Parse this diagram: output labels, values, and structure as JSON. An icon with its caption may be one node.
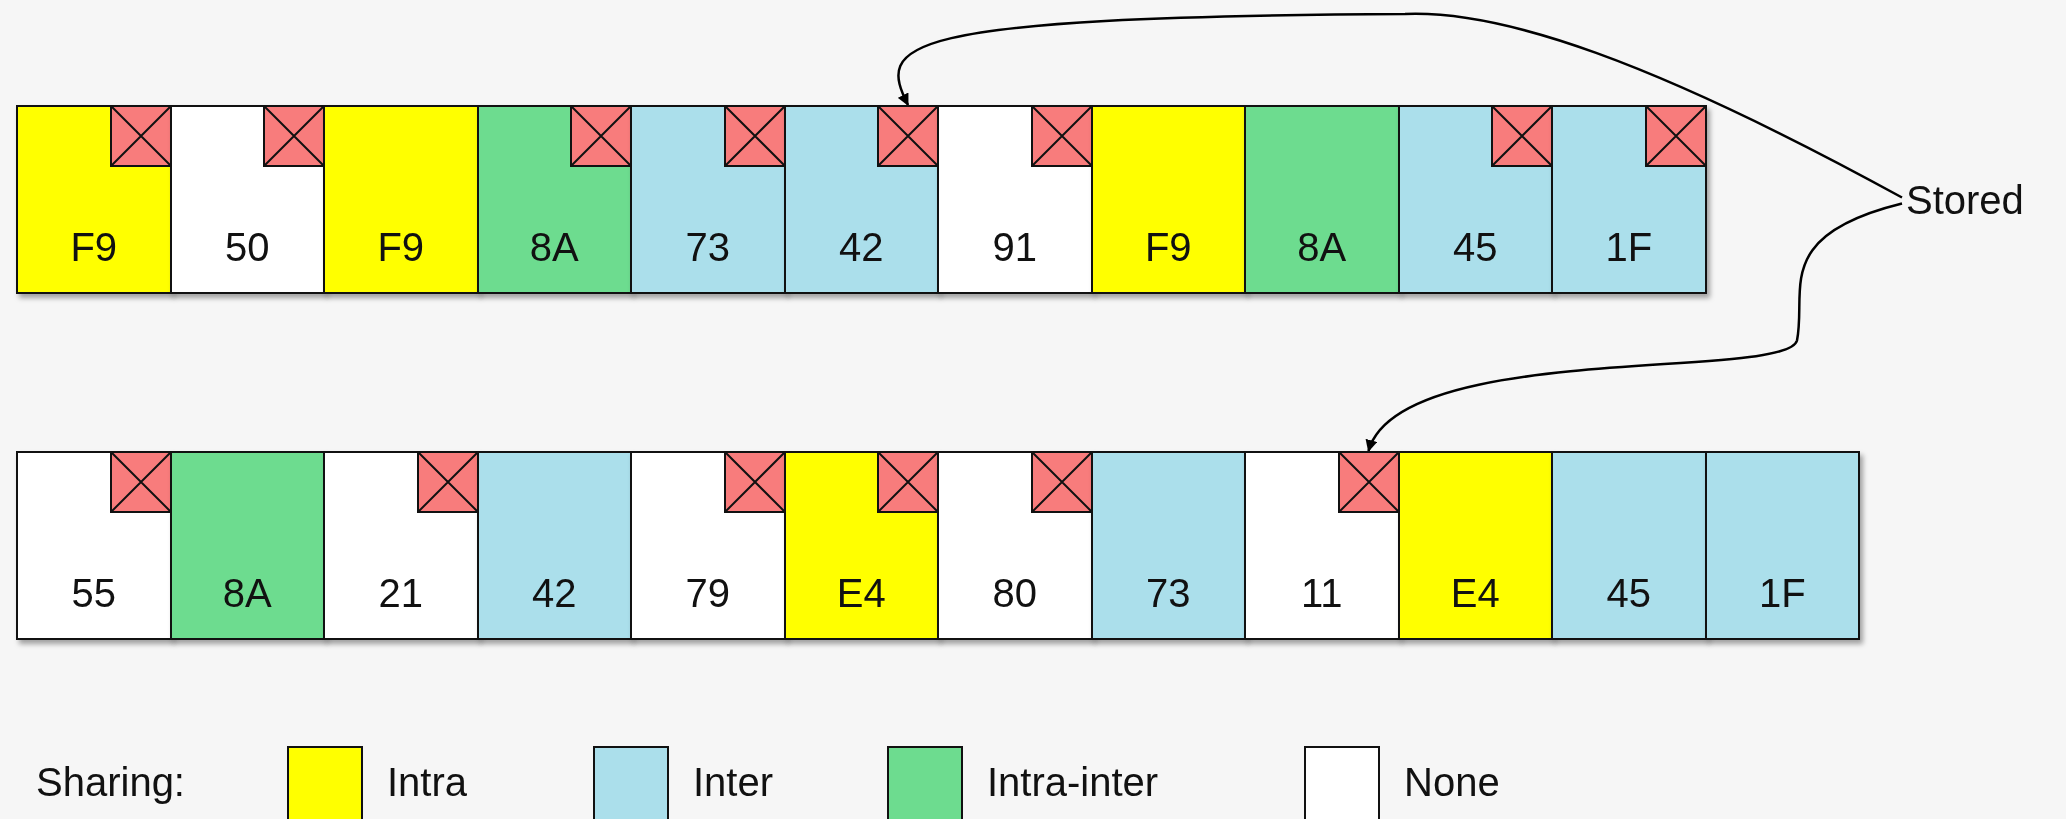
{
  "diagram": {
    "nodes": [
      {
        "text": [
          "F9"
        ]
      },
      {
        "text": [],
        "shape": "box",
        "in": 0
      },
      {
        "text": [
          "50"
        ]
      },
      {
        "text": [],
        "shape": "box",
        "in": 2
      },
      {
        "text": [
          "F9"
        ]
      },
      {
        "text": [
          "8A"
        ]
      },
      {
        "text": [],
        "shape": "box",
        "in": 5
      },
      {
        "text": [
          "73"
        ]
      },
      {
        "text": [],
        "shape": "box",
        "in": 7
      },
      {
        "text": [
          "42"
        ]
      },
      {
        "text": [],
        "shape": "box",
        "in": 9
      },
      {
        "text": [
          "91"
        ]
      },
      {
        "text": [],
        "shape": "box",
        "in": 11
      },
      {
        "text": [
          "F9"
        ]
      },
      {
        "text": [
          "8A"
        ]
      },
      {
        "text": [
          "45"
        ]
      },
      {
        "text": [],
        "shape": "box",
        "in": 15
      },
      {
        "text": [
          "1F"
        ]
      },
      {
        "text": [],
        "shape": "box",
        "in": 17
      },
      {
        "text": [
          "Stored"
        ]
      },
      {
        "text": [
          "55"
        ]
      },
      {
        "text": [],
        "shape": "box",
        "in": 20
      },
      {
        "text": [
          "8A"
        ]
      },
      {
        "text": [
          "21"
        ]
      },
      {
        "text": [],
        "shape": "box",
        "in": 23
      },
      {
        "text": [
          "42"
        ]
      },
      {
        "text": [
          "79"
        ]
      },
      {
        "text": [],
        "shape": "box",
        "in": 26
      },
      {
        "text": [
          "E4"
        ]
      },
      {
        "text": [],
        "shape": "box",
        "in": 28
      },
      {
        "text": [
          "80"
        ]
      },
      {
        "text": [],
        "shape": "box",
        "in": 30
      },
      {
        "text": [
          "73"
        ]
      },
      {
        "text": [
          "11"
        ]
      },
      {
        "text": [],
        "shape": "box",
        "in": 33
      },
      {
        "text": [
          "E4"
        ]
      },
      {
        "text": [
          "45"
        ]
      },
      {
        "text": [
          "1F"
        ]
      }
    ],
    "edges": [
      {
        "from": 19,
        "to": 10,
        "arrow": "to"
      },
      {
        "from": 19,
        "to": 34,
        "arrow": "to"
      }
    ],
    "labels": [
      "Sharing:"
    ],
    "legend": [
      {
        "text": "Intra",
        "color": "#ffff00"
      },
      {
        "text": "Inter",
        "color": "#abdfeb"
      },
      {
        "text": "Intra-inter",
        "color": "#6ddc8f"
      },
      {
        "text": "None",
        "color": "#ffffff"
      }
    ]
  }
}
